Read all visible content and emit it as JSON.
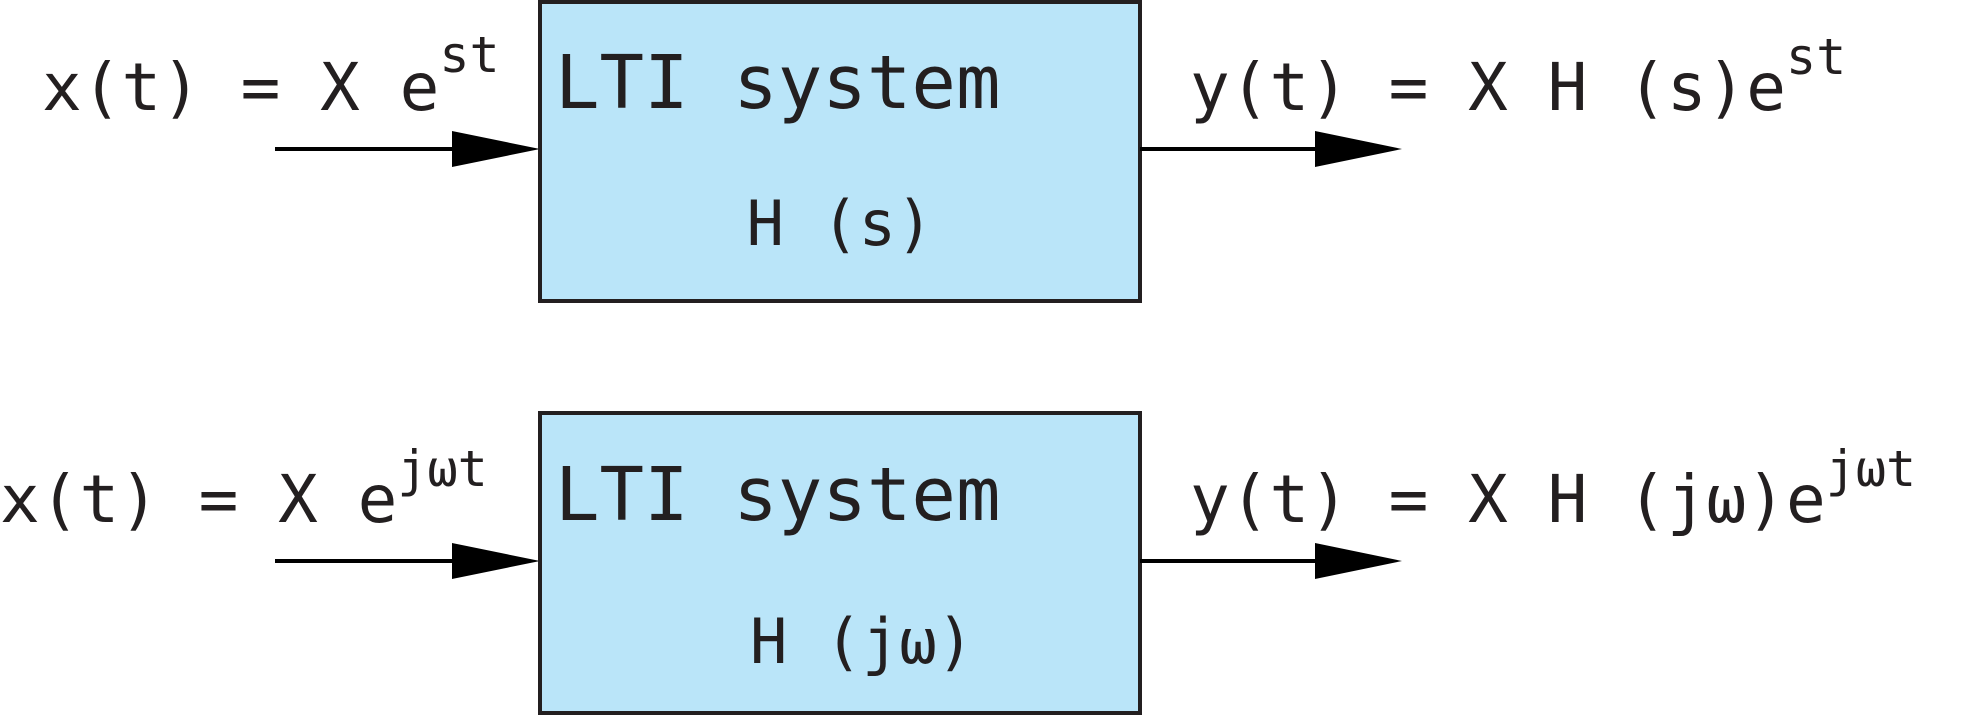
{
  "colors": {
    "block_fill": "#bae5f9",
    "stroke": "#231f20",
    "text": "#231f20"
  },
  "diagrams": [
    {
      "input": {
        "lhs": "x(t) = X e",
        "exponent": "st"
      },
      "block": {
        "title": "LTI system",
        "transfer": "H (s)"
      },
      "output": {
        "lhs": "y(t) = X H (s)e",
        "exponent": "st"
      }
    },
    {
      "input": {
        "lhs": "x(t) = X e",
        "exponent": "jωt"
      },
      "block": {
        "title": "LTI system",
        "transfer": "H (jω)"
      },
      "output": {
        "lhs": "y(t) = X H (jω)e",
        "exponent": "jωt"
      }
    }
  ]
}
